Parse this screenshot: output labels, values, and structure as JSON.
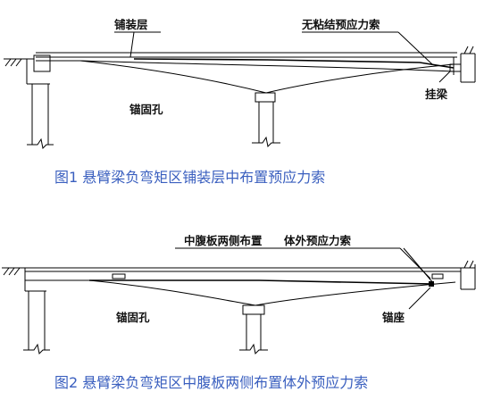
{
  "figure1": {
    "label_paving": "铺装层",
    "label_unbonded_tendon": "无粘结预应力索",
    "label_anchor_hole": "锚固孔",
    "label_suspended_beam": "挂梁",
    "caption": "图1 悬臂梁负弯矩区铺装层中布置预应力索"
  },
  "figure2": {
    "label_web_sides": "中腹板两侧布置",
    "label_external_tendon": "体外预应力索",
    "label_anchor_hole": "锚固孔",
    "label_anchor_seat": "锚座",
    "caption": "图2 悬臂梁负弯矩区中腹板两侧布置体外预应力索"
  },
  "colors": {
    "caption": "#3a5fbf",
    "line": "#000000"
  }
}
